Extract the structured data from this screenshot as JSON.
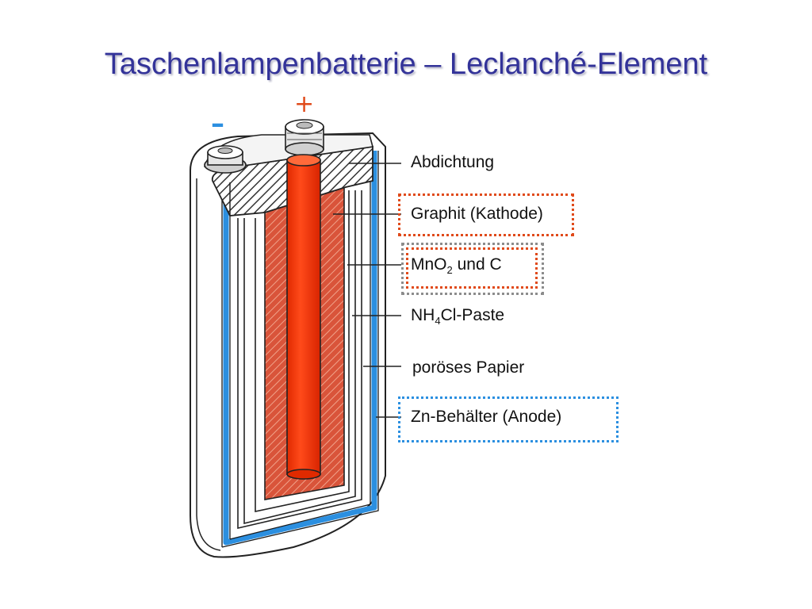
{
  "title": "Taschenlampenbatterie – Leclanché-Element",
  "terminals": {
    "minus": "–",
    "plus": "+"
  },
  "labels": {
    "seal": "Abdichtung",
    "graphite": "Graphit (Kathode)",
    "mno2_prefix": "MnO",
    "mno2_sub": "2",
    "mno2_suffix": " und C",
    "paste_prefix": "NH",
    "paste_sub": "4",
    "paste_suffix": "Cl-Paste",
    "paper": "poröses Papier",
    "zinc": "Zn-Behälter (Anode)"
  },
  "colors": {
    "title": "#333399",
    "graphite_rod": "#ff3300",
    "mix": "#e0553a",
    "zinc": "#2b8fe0",
    "minus": "#2b8fe0",
    "plus": "#e04a1a"
  }
}
